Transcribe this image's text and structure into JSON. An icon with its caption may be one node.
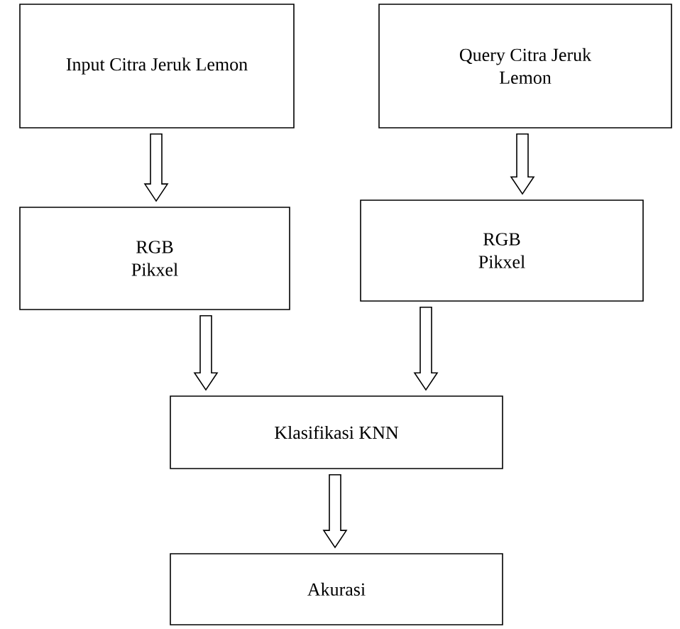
{
  "diagram": {
    "nodes": [
      {
        "text": [
          "Input Citra Jeruk Lemon"
        ]
      },
      {
        "text": [
          "Query Citra Jeruk Lemon"
        ]
      },
      {
        "text": [
          "RGB Pikxel"
        ]
      },
      {
        "text": [
          "RGB Pikxel"
        ]
      },
      {
        "text": [
          "Klasifikasi KNN"
        ]
      },
      {
        "text": [
          "Akurasi"
        ]
      }
    ],
    "edges": [
      {
        "from": 0,
        "to": 2,
        "arrow": "to"
      },
      {
        "from": 1,
        "to": 3,
        "arrow": "to"
      },
      {
        "from": 2,
        "to": 4,
        "arrow": "to"
      },
      {
        "from": 3,
        "to": 4,
        "arrow": "to"
      },
      {
        "from": 4,
        "to": 5,
        "arrow": "to"
      }
    ]
  }
}
